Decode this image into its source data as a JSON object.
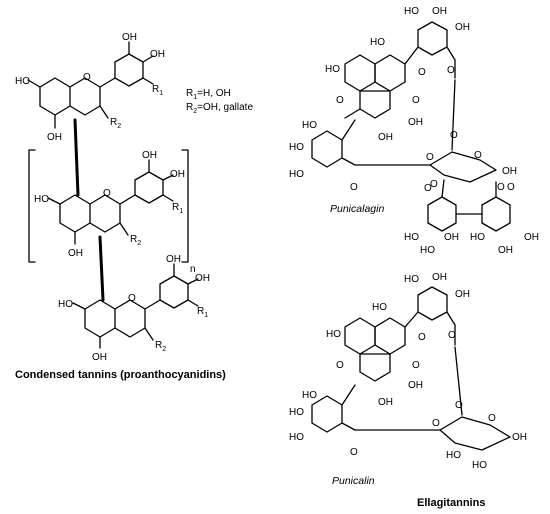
{
  "captions": {
    "condensed": "Condensed tannins (proanthocyanidins)",
    "punicalagin": "Punicalagin",
    "punicalin": "Punicalin",
    "ellagitannins": "Ellagitannins"
  },
  "substituents": {
    "r1_prefix": "R",
    "r1_sub": "1",
    "r1_value": "=H, OH",
    "r2_prefix": "R",
    "r2_sub": "2",
    "r2_value": "=OH, gallate"
  },
  "atoms": {
    "oh": "OH",
    "ho": "HO",
    "o": "O",
    "r": "R",
    "sub1": "1",
    "sub2": "2",
    "n": "n"
  }
}
